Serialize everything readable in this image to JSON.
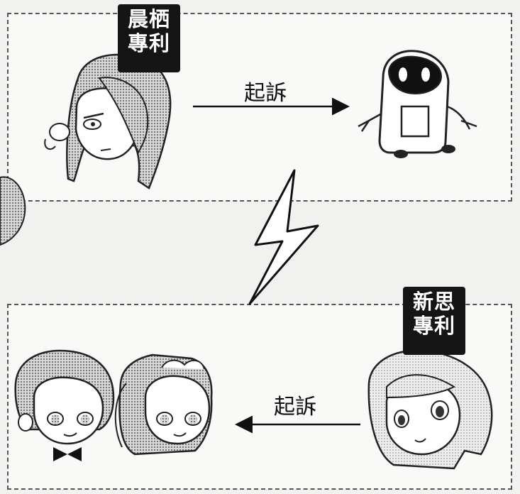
{
  "plaintiff_top": {
    "badge_line1": "晨栖",
    "badge_line2": "專利",
    "character_icon": "woman-with-long-hair-icon"
  },
  "defendant_top": {
    "character_icon": "robot-icon"
  },
  "action_top": {
    "label": "起訴",
    "direction": "right"
  },
  "conflict": {
    "icon": "lightning-bolt-icon"
  },
  "plaintiff_bottom": {
    "badge_line1": "新思",
    "badge_line2": "專利",
    "character_icon": "woman-with-wavy-hair-icon"
  },
  "defendant_bottom": {
    "characters": [
      "man-with-bowtie-icon",
      "maid-with-ponytail-icon"
    ]
  },
  "action_bottom": {
    "label": "起訴",
    "direction": "left"
  }
}
